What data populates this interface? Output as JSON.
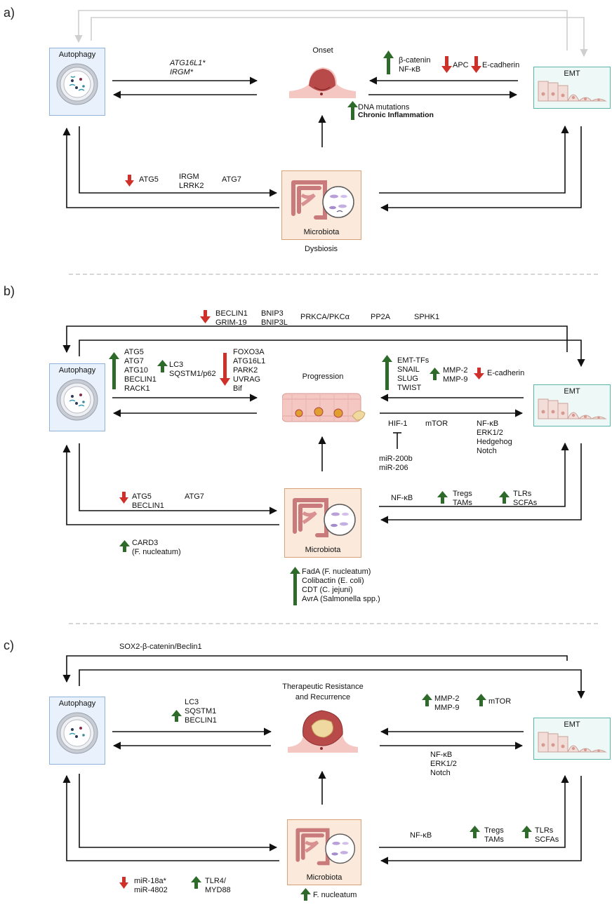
{
  "panels": {
    "a": {
      "label": "a)",
      "autophagy": "Autophagy",
      "emt": "EMT",
      "onset": "Onset",
      "microbiota": "Microbiota",
      "dysbiosis": "Dysbiosis",
      "genes_top_left": "ATG16L1*\nIRGM*",
      "beta_nf": "β-catenin\nNF-κB",
      "apc": "APC",
      "ecadherin": "E-cadherin",
      "dna": "DNA mutations",
      "chronic": "Chronic Inflammation",
      "atg5": "ATG5",
      "irgm_lrrk2": "IRGM\nLRRK2",
      "atg7": "ATG7"
    },
    "b": {
      "label": "b)",
      "autophagy": "Autophagy",
      "emt": "EMT",
      "progression": "Progression",
      "microbiota": "Microbiota",
      "top_beclin": "BECLIN1\nGRIM-19",
      "top_bnip": "BNIP3\nBNIP3L",
      "top_prkca": "PRKCA/PKCα",
      "top_pp2a": "PP2A",
      "top_sphk1": "SPHK1",
      "atg_list": "ATG5\nATG7\nATG10\nBECLIN1\nRACK1",
      "lc3_list": "LC3\nSQSTM1/p62",
      "foxo_list": "FOXO3A\nATG16L1\nPARK2\nUVRAG\nBif",
      "emt_tfs": "EMT-TFs\nSNAIL\nSLUG\nTWIST",
      "mmp": "MMP-2\nMMP-9",
      "ecadherin": "E-cadherin",
      "hif1": "HIF-1",
      "mtor": "mTOR",
      "nfkb_list": "NF-κB\nERK1/2\nHedgehog\nNotch",
      "mir": "miR-200b\nmiR-206",
      "atg5_beclin": "ATG5\nBECLIN1",
      "atg7": "ATG7",
      "nfkb": "NF-κB",
      "tregs": "Tregs\nTAMs",
      "tlrs": "TLRs\nSCFAs",
      "card3": "CARD3\n(F. nucleatum)",
      "toxins": "FadA (F. nucleatum)\nColibactin (E. coli)\nCDT (C. jejuni)\nAvrA (Salmonella spp.)"
    },
    "c": {
      "label": "c)",
      "autophagy": "Autophagy",
      "emt": "EMT",
      "therapeutic": "Therapeutic Resistance\nand Recurrence",
      "microbiota": "Microbiota",
      "sox2": "SOX2-β-catenin/Beclin1",
      "lc3_list": "LC3\nSQSTM1\nBECLIN1",
      "mmp": "MMP-2\nMMP-9",
      "mtor": "mTOR",
      "nfkb_list": "NF-κB\nERK1/2\nNotch",
      "nfkb": "NF-κB",
      "tregs": "Tregs\nTAMs",
      "tlrs": "TLRs\nSCFAs",
      "mir": "miR-18a*\nmiR-4802",
      "tlr4": "TLR4/\nMYD88",
      "fnuc": "F. nucleatum"
    }
  },
  "colors": {
    "up_arrow": "#2e6b2a",
    "down_arrow": "#d0302a",
    "arrow_line": "#111111",
    "top_faint_line": "#cfcfcf"
  }
}
